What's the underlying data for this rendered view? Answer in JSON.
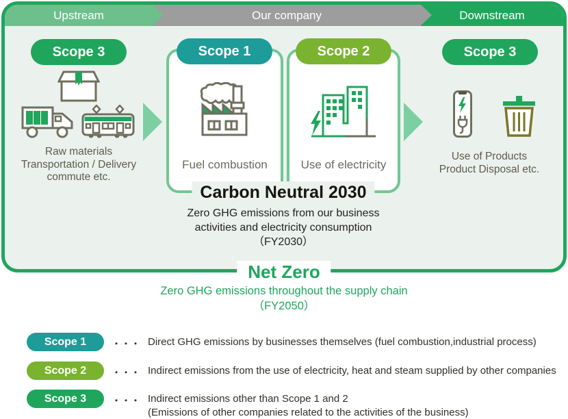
{
  "banner": {
    "upstream": "Upstream",
    "our_company": "Our company",
    "downstream": "Downstream"
  },
  "upstream": {
    "badge": "Scope 3",
    "icons": [
      "package-icon",
      "truck-icon",
      "train-icon"
    ],
    "caption": [
      "Raw materials",
      "Transportation / Delivery",
      "commute etc."
    ]
  },
  "company": {
    "scope1": {
      "badge": "Scope 1",
      "label": "Fuel combustion",
      "icon": "factory-icon"
    },
    "scope2": {
      "badge": "Scope 2",
      "label": "Use of electricity",
      "icon": "building-electricity-icon"
    },
    "title": "Carbon Neutral 2030",
    "subtitle": [
      "Zero GHG emissions from our business",
      "activities and electricity consumption"
    ],
    "year": "（FY2030）"
  },
  "downstream": {
    "badge": "Scope 3",
    "icons": [
      "phone-charging-icon",
      "trash-bin-icon"
    ],
    "caption": [
      "Use of Products",
      "Product Disposal etc."
    ]
  },
  "net_zero": {
    "title": "Net Zero",
    "subtitle": "Zero GHG emissions throughout the supply chain",
    "year": "（FY2050）"
  },
  "legend": [
    {
      "badge": "Scope 1",
      "dots": "・・・",
      "lines": [
        "Direct GHG emissions by businesses themselves (fuel combustion,industrial process)"
      ]
    },
    {
      "badge": "Scope 2",
      "dots": "・・・",
      "lines": [
        "Indirect emissions from the use of electricity, heat and steam supplied by other companies"
      ]
    },
    {
      "badge": "Scope 3",
      "dots": "・・・",
      "lines": [
        "Indirect emissions other than Scope 1 and 2",
        "(Emissions of other companies related to the activities of the business)"
      ]
    }
  ],
  "colors": {
    "green": "#1fa65c",
    "light_green": "#6dbf8c",
    "pale_green_bg": "#ebf2ee",
    "teal": "#1d9c99",
    "yellow_green": "#7ab32f",
    "gray": "#9d9d9e",
    "card_border_green": "#73c693",
    "arrow_green": "#7ccfa1",
    "icon_outline": "#6f6f5f",
    "olive": "#7b752a"
  }
}
